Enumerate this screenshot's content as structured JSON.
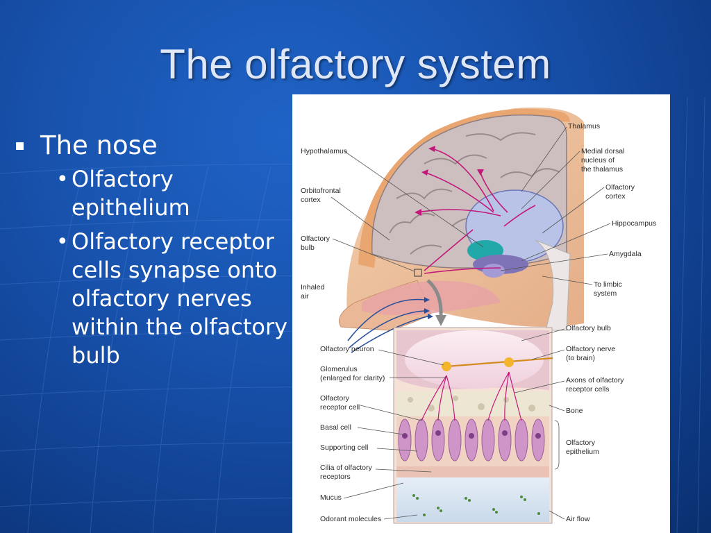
{
  "slide": {
    "title": "The olfactory system",
    "bullets": [
      {
        "text": "The nose",
        "children": [
          "Olfactory epithelium",
          "Olfactory receptor cells synapse onto olfactory nerves within the olfactory bulb"
        ]
      }
    ]
  },
  "figure": {
    "upper_labels": {
      "thalamus": "Thalamus",
      "hypothalamus": "Hypothalamus",
      "medial_dorsal": "Medial dorsal\nnucleus of\nthe thalamus",
      "orbitofrontal": "Orbitofrontal\ncortex",
      "olfactory_cortex": "Olfactory\ncortex",
      "hippocampus": "Hippocampus",
      "olfactory_bulb": "Olfactory\nbulb",
      "amygdala": "Amygdala",
      "inhaled_air": "Inhaled\nair",
      "to_limbic": "To limbic\nsystem"
    },
    "lower_labels": {
      "olfactory_bulb": "Olfactory bulb",
      "olfactory_neuron": "Olfactory neuron",
      "olfactory_nerve": "Olfactory nerve\n(to brain)",
      "glomerulus": "Glomerulus\n(enlarged for clarity)",
      "axons": "Axons of olfactory\nreceptor cells",
      "receptor_cell": "Olfactory\nreceptor cell",
      "bone": "Bone",
      "basal_cell": "Basal cell",
      "epithelium": "Olfactory\nepithelium",
      "supporting_cell": "Supporting cell",
      "cilia": "Cilia of olfactory\nreceptors",
      "mucus": "Mucus",
      "odorant": "Odorant molecules",
      "air_flow": "Air flow"
    }
  },
  "colors": {
    "background": "#1852ad",
    "title": "#dfe7f6",
    "text": "#ffffff",
    "pathway": "#c2187a",
    "air_arrow": "#2a4f9a"
  }
}
